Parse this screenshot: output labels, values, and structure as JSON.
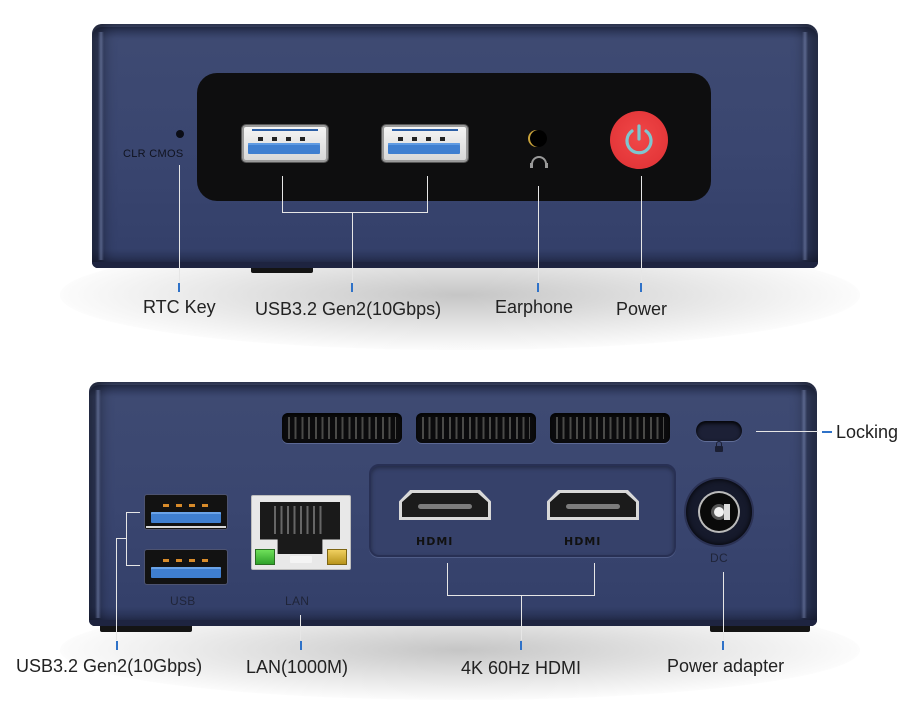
{
  "front_view": {
    "printed": {
      "clr_cmos": "CLR  CMOS"
    },
    "callouts": [
      {
        "id": "rtc",
        "label": "RTC Key"
      },
      {
        "id": "usb-front",
        "label": "USB3.2 Gen2(10Gbps)"
      },
      {
        "id": "earphone",
        "label": "Earphone"
      },
      {
        "id": "power",
        "label": "Power"
      }
    ],
    "ports": [
      {
        "type": "usb-a",
        "count": 2
      },
      {
        "type": "audio-jack",
        "count": 1
      },
      {
        "type": "power-button",
        "count": 1
      }
    ]
  },
  "rear_view": {
    "printed": {
      "usb": "USB",
      "lan": "LAN",
      "dc": "DC",
      "hdmi_logo": "HDMI"
    },
    "callouts": [
      {
        "id": "usb-rear",
        "label": "USB3.2 Gen2(10Gbps)"
      },
      {
        "id": "lan",
        "label": "LAN(1000M)"
      },
      {
        "id": "hdmi",
        "label": "4K 60Hz HDMI"
      },
      {
        "id": "dc",
        "label": "Power adapter"
      },
      {
        "id": "lock",
        "label": "Locking"
      }
    ],
    "ports": [
      {
        "type": "usb-a",
        "count": 2
      },
      {
        "type": "rj45",
        "count": 1
      },
      {
        "type": "hdmi",
        "count": 2
      },
      {
        "type": "dc-jack",
        "count": 1
      },
      {
        "type": "kensington-lock",
        "count": 1
      },
      {
        "type": "vent",
        "count": 3
      }
    ]
  },
  "colors": {
    "chassis": "#3a4670",
    "panel": "#0e0e0f",
    "power_button": "#e23437",
    "power_glyph": "#7fc6cf",
    "usb_tongue": "#3f7fd0",
    "callout_tick": "#2f72c8",
    "lan_led_green": "#4cc43f",
    "lan_led_yellow": "#d8b43a"
  }
}
